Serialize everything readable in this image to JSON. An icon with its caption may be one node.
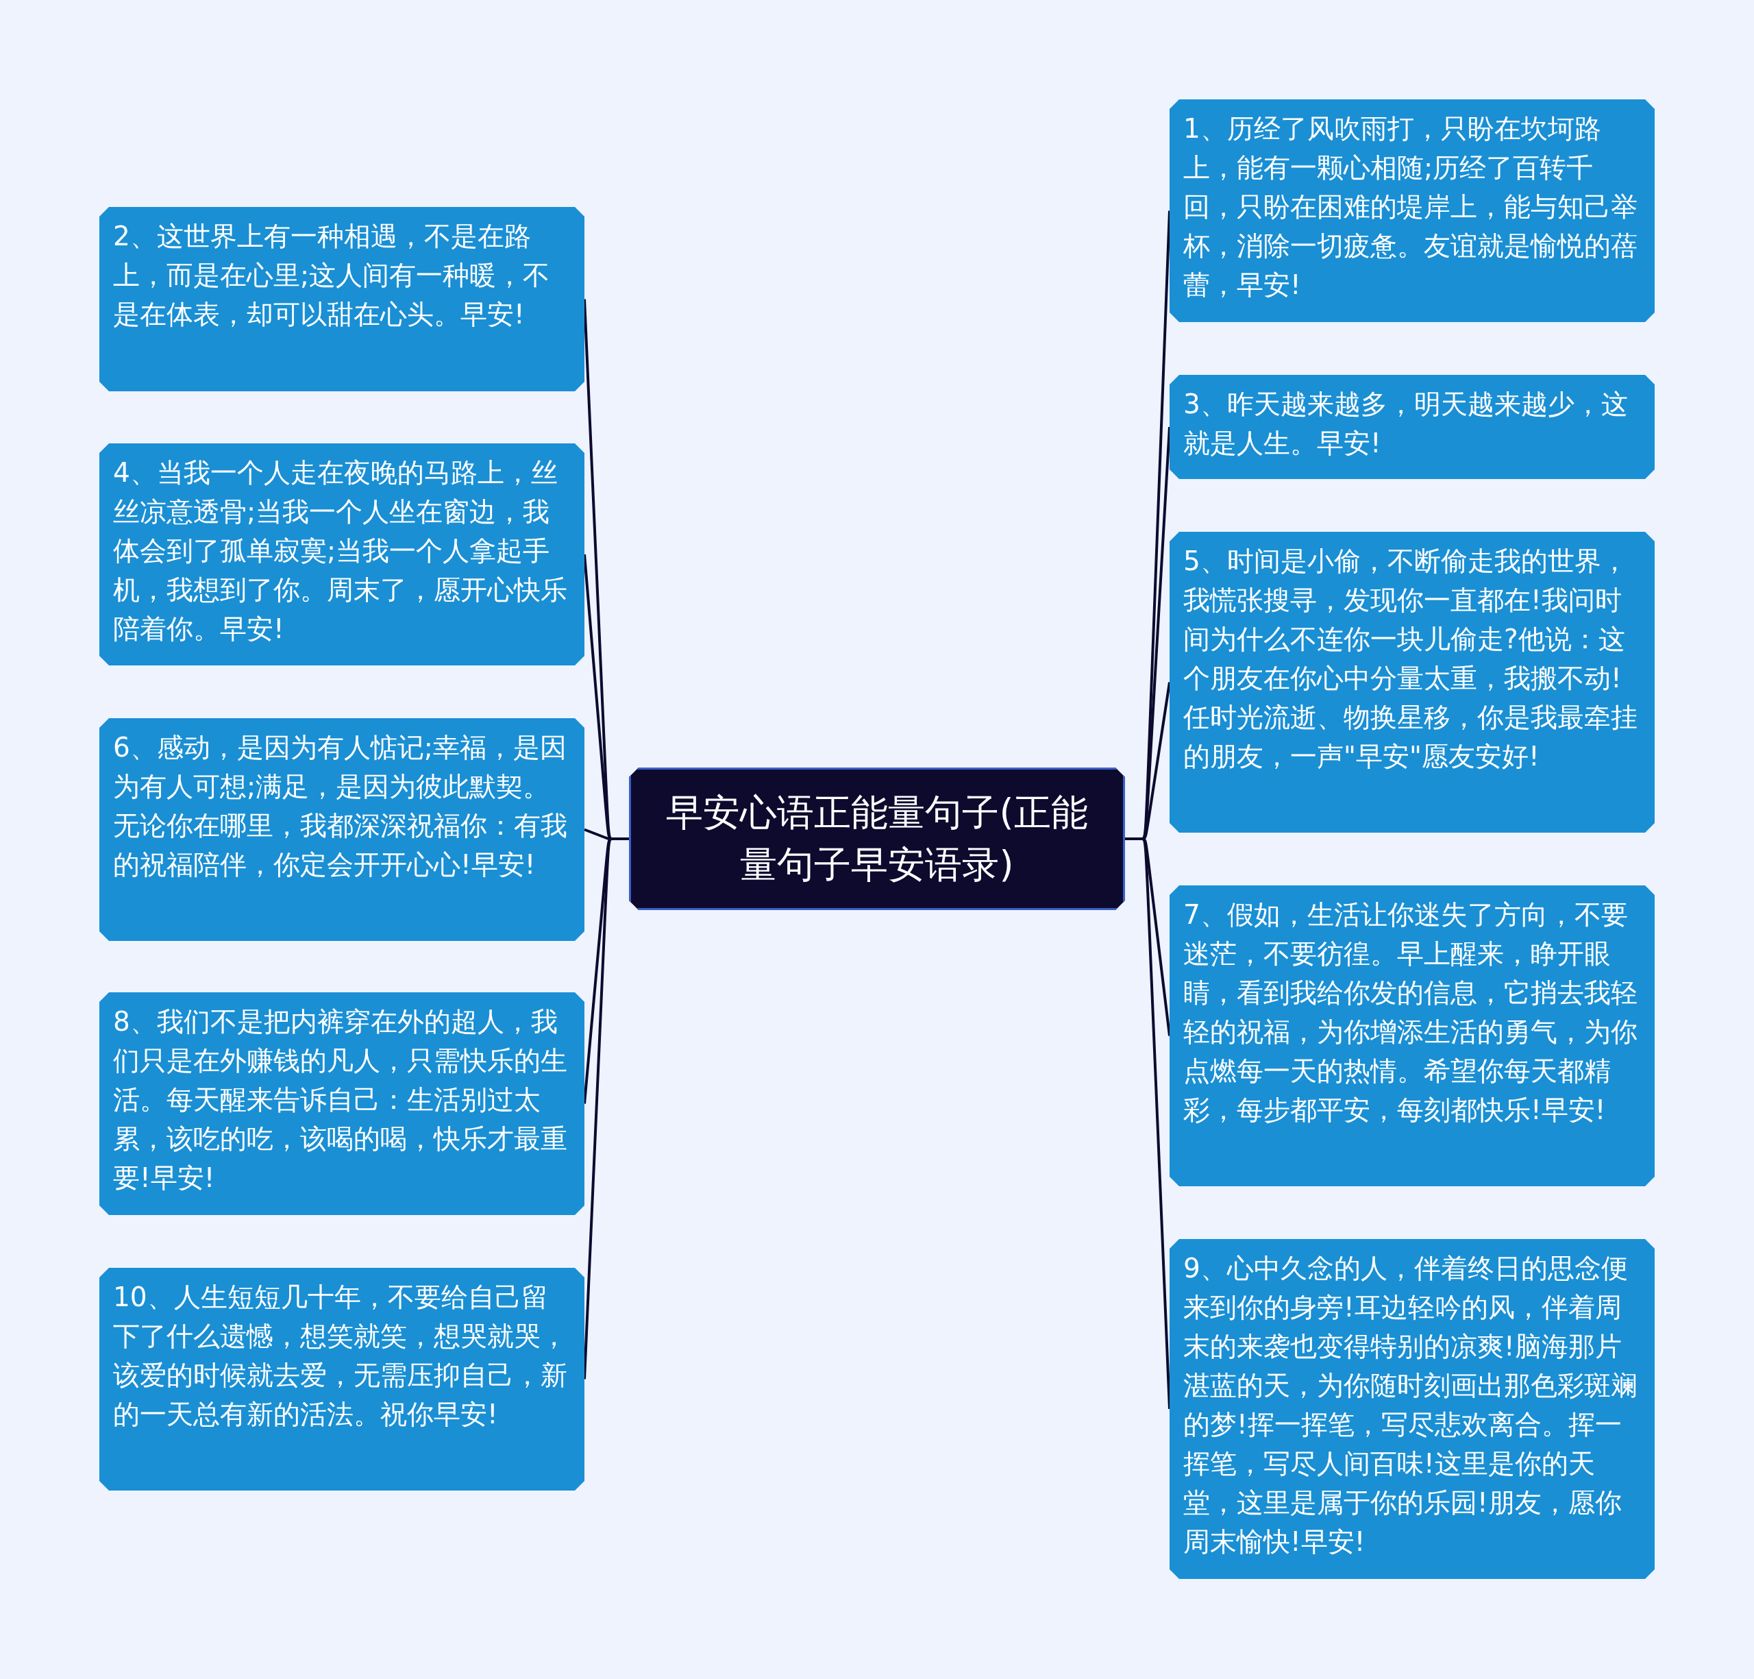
{
  "diagram": {
    "nodes": [
      {
        "text": [
          "早安心语正能量句子(正能量句子早安语录)"
        ]
      },
      {
        "text": [
          "1、历经了风吹雨打，只盼在坎坷路上，能有一颗心相随;历经了百转千回，只盼在困难的堤岸上，能与知己举杯，消除一切疲惫。友谊就是愉悦的蓓蕾，早安!"
        ]
      },
      {
        "text": [
          "2、这世界上有一种相遇，不是在路上，而是在心里;这人间有一种暖，不是在体表，却可以甜在心头。早安!"
        ]
      },
      {
        "text": [
          "3、昨天越来越多，明天越来越少，这就是人生。早安!"
        ]
      },
      {
        "text": [
          "4、当我一个人走在夜晚的马路上，丝丝凉意透骨;当我一个人坐在窗边，我体会到了孤单寂寞;当我一个人拿起手机，我想到了你。周末了，愿开心快乐陪着你。早安!"
        ]
      },
      {
        "text": [
          "5、时间是小偷，不断偷走我的世界，我慌张搜寻，发现你一直都在!我问时间为什么不连你一块儿偷走?他说：这个朋友在你心中分量太重，我搬不动!任时光流逝、物换星移，你是我最牵挂的朋友，一声\"早安\"愿友安好!"
        ]
      },
      {
        "text": [
          "6、感动，是因为有人惦记;幸福，是因为有人可想;满足，是因为彼此默契。无论你在哪里，我都深深祝福你：有我的祝福陪伴，你定会开开心心!早安!"
        ]
      },
      {
        "text": [
          "7、假如，生活让你迷失了方向，不要迷茫，不要彷徨。早上醒来，睁开眼睛，看到我给你发的信息，它捎去我轻轻的祝福，为你增添生活的勇气，为你点燃每一天的热情。希望你每天都精彩，每步都平安，每刻都快乐!早安!"
        ]
      },
      {
        "text": [
          "8、我们不是把内裤穿在外的超人，我们只是在外赚钱的凡人，只需快乐的生活。每天醒来告诉自己：生活别过太累，该吃的吃，该喝的喝，快乐才最重要!早安!"
        ]
      },
      {
        "text": [
          "9、心中久念的人，伴着终日的思念便来到你的身旁!耳边轻吟的风，伴着周末的来袭也变得特别的凉爽!脑海那片湛蓝的天，为你随时刻画出那色彩斑斓的梦!挥一挥笔，写尽悲欢离合。挥一挥笔，写尽人间百味!这里是你的天堂，这里是属于你的乐园!朋友，愿你周末愉快!早安!"
        ]
      },
      {
        "text": [
          "10、人生短短几十年，不要给自己留下了什么遗憾，想笑就笑，想哭就哭，该爱的时候就去爱，无需压抑自己，新的一天总有新的活法。祝你早安!"
        ]
      }
    ],
    "edges": [
      {
        "from": 0,
        "to": 1,
        "arrow": "none"
      },
      {
        "from": 0,
        "to": 2,
        "arrow": "none"
      },
      {
        "from": 0,
        "to": 3,
        "arrow": "none"
      },
      {
        "from": 0,
        "to": 4,
        "arrow": "none"
      },
      {
        "from": 0,
        "to": 5,
        "arrow": "none"
      },
      {
        "from": 0,
        "to": 6,
        "arrow": "none"
      },
      {
        "from": 0,
        "to": 7,
        "arrow": "none"
      },
      {
        "from": 0,
        "to": 8,
        "arrow": "none"
      },
      {
        "from": 0,
        "to": 9,
        "arrow": "none"
      },
      {
        "from": 0,
        "to": 10,
        "arrow": "none"
      }
    ]
  }
}
